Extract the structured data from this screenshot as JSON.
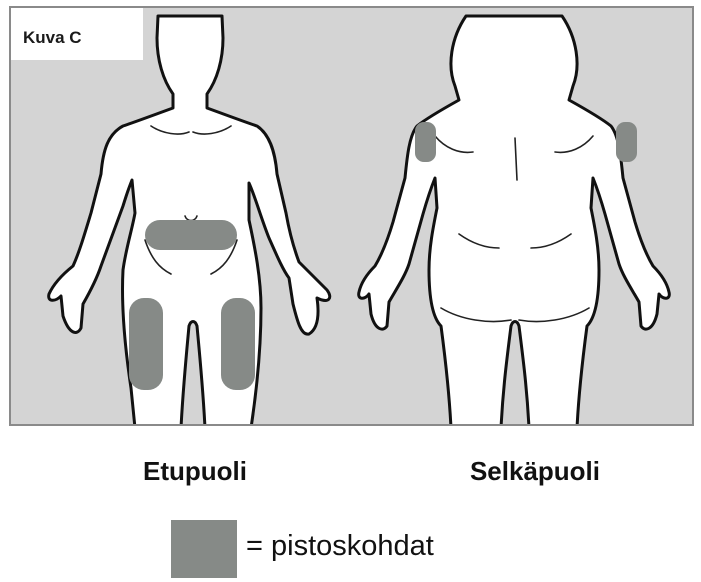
{
  "figure": {
    "label": "Kuva C"
  },
  "views": {
    "front_label": "Etupuoli",
    "back_label": "Selkäpuoli"
  },
  "legend": {
    "text": "= pistoskohdat",
    "swatch_color": "#868a87"
  },
  "colors": {
    "panel_background": "#d4d4d4",
    "body_fill": "#ffffff",
    "outline": "#111111",
    "injection_site": "#868a87"
  }
}
